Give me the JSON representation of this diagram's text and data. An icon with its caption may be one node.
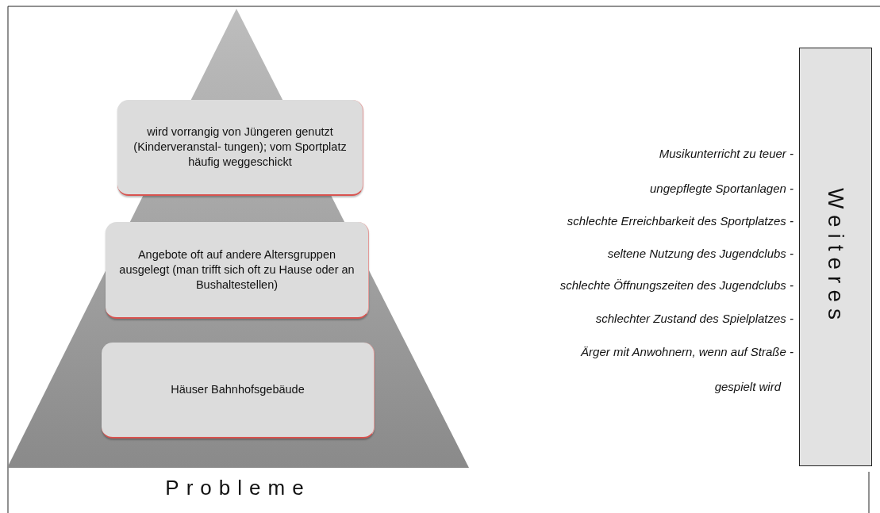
{
  "diagram": {
    "nodes": [
      {
        "text": [
          "Probleme"
        ]
      },
      {
        "text": [
          "wird vorrangig von Jüngeren genutzt (Kinderveranstal- tungen); vom Sportplatz häufig weggeschickt"
        ],
        "in": 0
      },
      {
        "text": [
          "Angebote oft auf andere Altersgruppen ausgelegt (man trifft sich oft zu Hause oder an Bushaltestellen)"
        ],
        "in": 0
      },
      {
        "text": [
          "Häuser Bahnhofsgebäude"
        ],
        "in": 0
      },
      {
        "text": [
          "Weiteres"
        ]
      }
    ],
    "edges": [],
    "labels": [
      "Musikunterricht zu teuer -",
      "ungepflegte Sportanlagen -",
      "schlechte Erreichbarkeit des Sportplatzes -",
      "seltene Nutzung des Jugendclubs -",
      "schlechte Öffnungszeiten des Jugendclubs -",
      "schlechter Zustand des Spielplatzes -",
      "Ärger mit Anwohnern, wenn auf Straße -",
      "gespielt wird"
    ]
  }
}
